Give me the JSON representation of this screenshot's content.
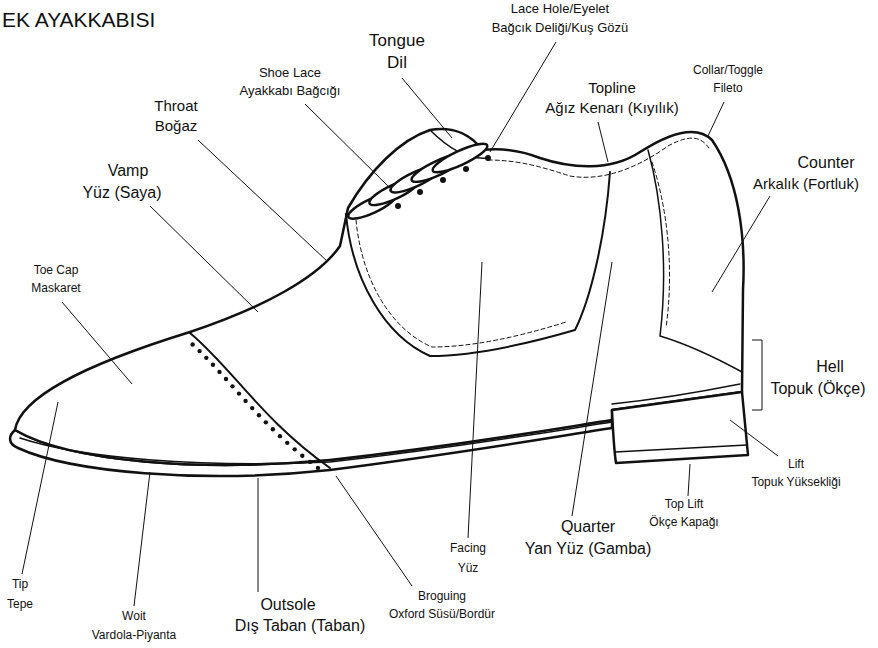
{
  "diagram": {
    "title": "EK AYAKKABISI",
    "labels": [
      "Lace Hole/Eyelet",
      "Bağcık Deliği/Kuş Gözü",
      "Tongue",
      "Dil",
      "Shoe Lace",
      "Ayakkabı Bağcığı",
      "Topline",
      "Ağız Kenarı (Kıyılık)",
      "Collar/Toggle",
      "Fileto",
      "Throat",
      "Boğaz",
      "Counter",
      "Arkalık (Fortluk)",
      "Vamp",
      "Yüz (Saya)",
      "Toe Cap",
      "Maskaret",
      "Hell",
      "Topuk (Ökçe)",
      "Lift",
      "Topuk Yüksekliği",
      "Top Lift",
      "Ökçe Kapağı",
      "Quarter",
      "Yan Yüz (Gamba)",
      "Facing",
      "Yüz",
      "Tip",
      "Tepe",
      "Woit",
      "Vardola-Piyanta",
      "Outsole",
      "Dış Taban (Taban)",
      "Broguing",
      "Oxford Süsü/Bordür"
    ]
  }
}
